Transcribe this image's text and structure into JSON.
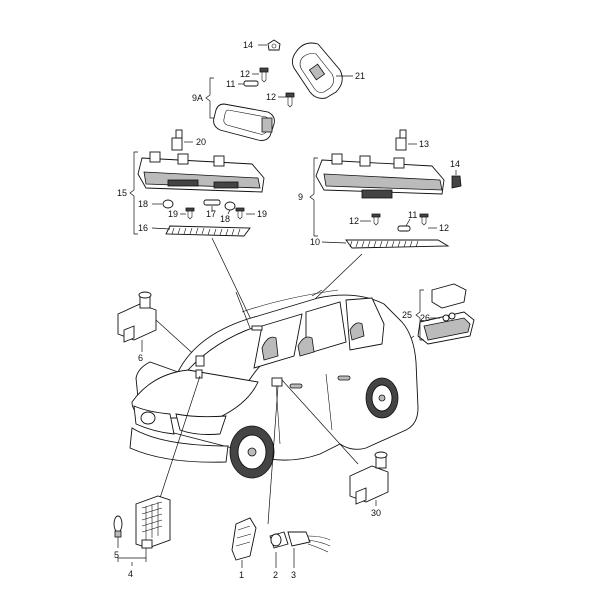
{
  "callouts": {
    "c14a": "14",
    "c21": "21",
    "c12a": "12",
    "c11a": "11",
    "c12b": "12",
    "c9A": "9A",
    "c20": "20",
    "c13": "13",
    "c14b": "14",
    "c15": "15",
    "c18a": "18",
    "c19a": "19",
    "c17": "17",
    "c18b": "18",
    "c19b": "19",
    "c16": "16",
    "c9": "9",
    "c12c": "12",
    "c11b": "11",
    "c12d": "12",
    "c10": "10",
    "c25": "25",
    "c26": "26",
    "c6": "6",
    "c30": "30",
    "c5": "5",
    "c4": "4",
    "c1": "1",
    "c2": "2",
    "c3": "3"
  }
}
